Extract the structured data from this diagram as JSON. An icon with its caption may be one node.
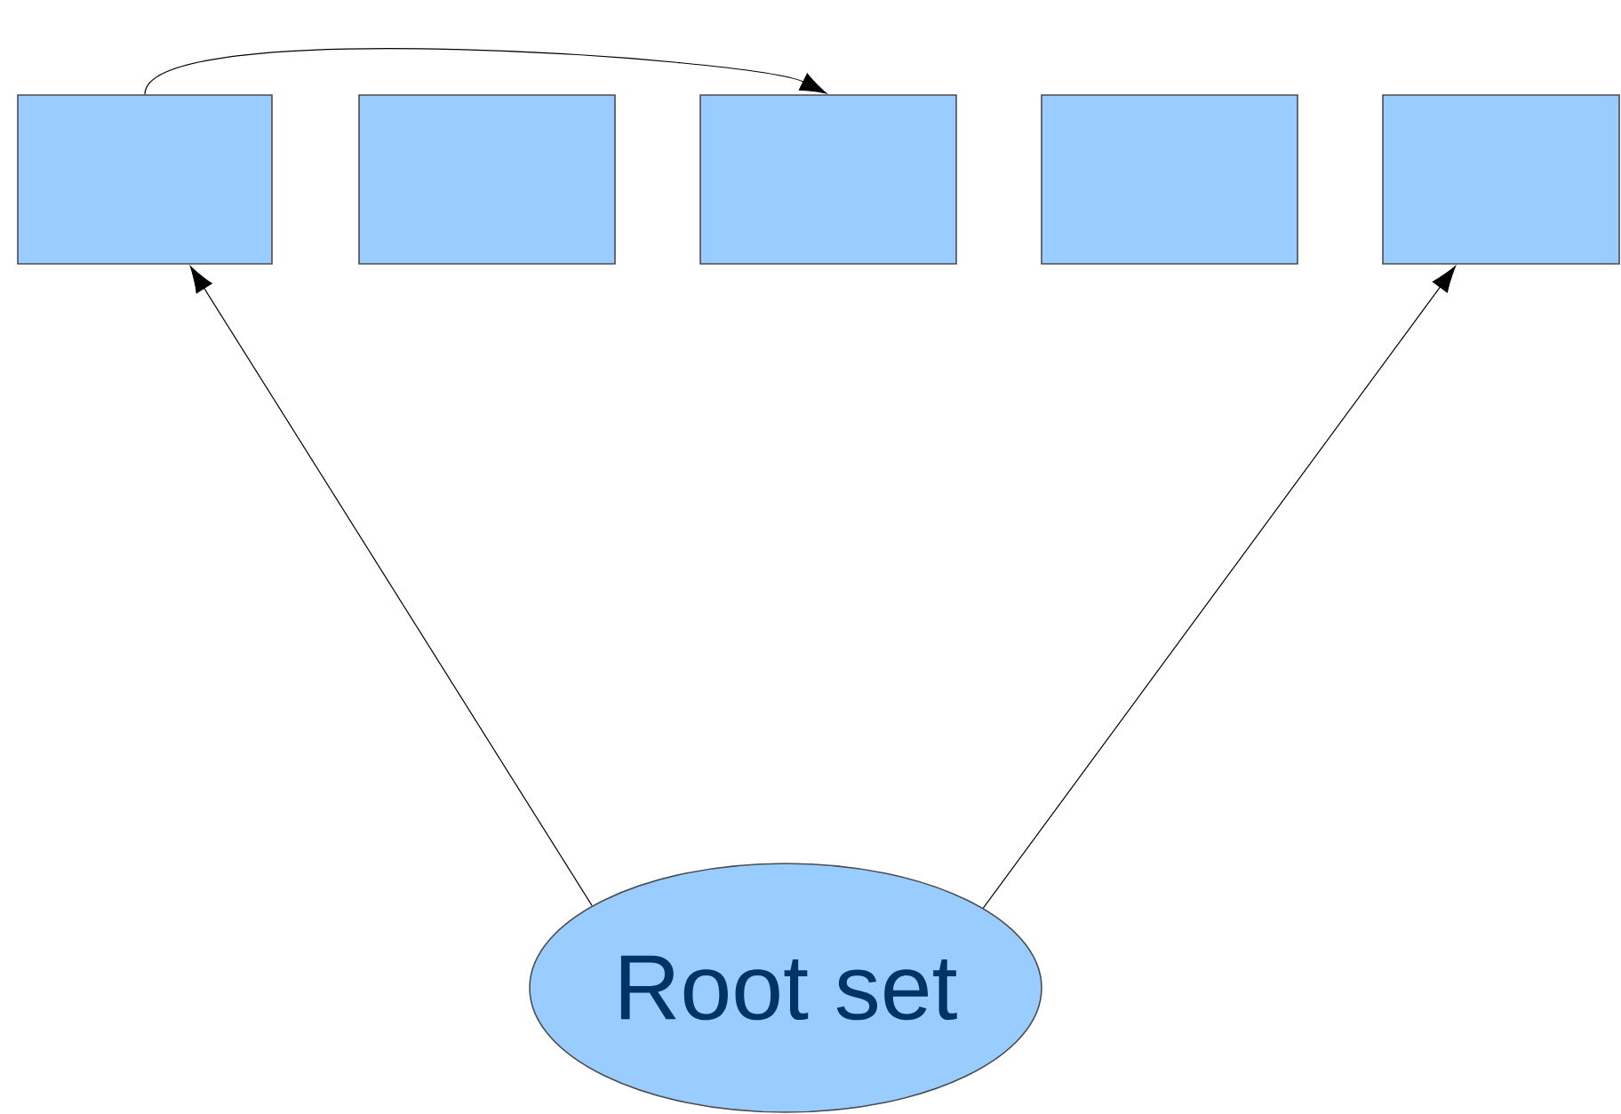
{
  "diagram": {
    "nodes": [
      {
        "text": [],
        "shape": "box"
      },
      {
        "text": [],
        "shape": "box"
      },
      {
        "text": [],
        "shape": "box"
      },
      {
        "text": [],
        "shape": "box"
      },
      {
        "text": [],
        "shape": "box"
      },
      {
        "text": [
          "Root set"
        ]
      }
    ],
    "edges": [
      {
        "from": 0,
        "to": 2,
        "arrow": "to"
      },
      {
        "from": 5,
        "to": 0,
        "arrow": "to"
      },
      {
        "from": 5,
        "to": 4,
        "arrow": "to"
      }
    ]
  }
}
